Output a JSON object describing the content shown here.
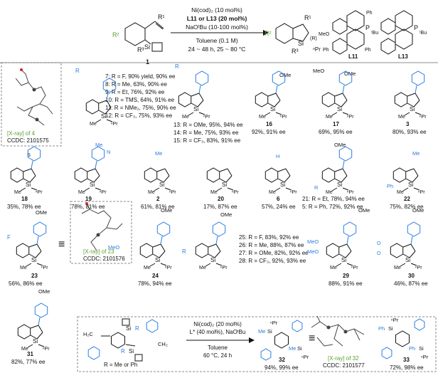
{
  "colors": {
    "bond": "#111111",
    "blue": "#2a7de1",
    "green": "#5aa02c",
    "red": "#d62828",
    "frame": "#666666",
    "crystal": "#444444"
  },
  "scheme": {
    "substrate": {
      "r1": "R¹",
      "r2": "R²",
      "r3": "R³",
      "si": "Si",
      "number": "1"
    },
    "product": {
      "r1": "R¹",
      "r2": "R²",
      "r3": "R³",
      "si": "Si",
      "chir": "(R)",
      "pr": "ⁿPr"
    },
    "conditions": [
      "Ni(cod)₂ (10 mol%)",
      "L11 or L13 (20 mol%)",
      "NaOᵗBu (10-100 mol%)",
      "Toluene (0.1 M)",
      "24 ~ 48 h, 25 ~ 80 °C"
    ],
    "ligands": [
      {
        "label": "L11",
        "p": "P",
        "tbu": "ᵗBu",
        "ome": "MeO",
        "ph1": "Ph",
        "ph2": "Ph",
        "ph3": "Ph"
      },
      {
        "label": "L13",
        "p": "P",
        "tbu": "ᵗBu"
      }
    ]
  },
  "entries": {
    "xray4": {
      "label": "[X-ray] of 4",
      "ccdc": "CCDC: 2101575"
    },
    "r_series": {
      "r": "R",
      "lines": [
        "7: R = F, 90% yield, 90% ee",
        "8: R = Me, 63%, 90% ee",
        "9: R = Et, 76%, 92% ee",
        "10: R = TMS, 64%, 91% ee",
        "11: R = NMe₂, 75%, 90% ee",
        "12: R = CF₃, 75%, 93% ee"
      ]
    },
    "r_series2": {
      "r": "R",
      "lines": [
        "13: R = OMe, 95%, 94% ee",
        "14: R = Me, 75%, 93% ee",
        "15: R = CF₃, 83%, 91% ee"
      ]
    },
    "c16": {
      "num": "16",
      "res": "92%, 91% ee",
      "sub": "OMe"
    },
    "c17": {
      "num": "17",
      "res": "69%, 95% ee",
      "sub1": "MeO",
      "sub2": "OMe"
    },
    "c3": {
      "num": "3",
      "res": "80%, 93% ee"
    },
    "c18": {
      "num": "18",
      "res": "35%, 78% ee",
      "sub": "S"
    },
    "c19": {
      "num": "19",
      "res": "78%, 81% ee",
      "sub1": "Me",
      "sub2": "N"
    },
    "c2": {
      "num": "2",
      "res": "61%, 81% ee",
      "sub": "Me"
    },
    "c20": {
      "num": "20",
      "res": "17%, 87% ee"
    },
    "c6": {
      "num": "6",
      "res": "57%, 24% ee",
      "sub": "H"
    },
    "c21": {
      "r": "R",
      "sub": "OMe",
      "lines": [
        "21: R = Et, 78%, 94% ee",
        "5: R = Ph, 72%, 92% ee"
      ]
    },
    "c22": {
      "num": "22",
      "res": "75%, 82% ee",
      "sub": "Me",
      "ph": "Ph"
    },
    "c23": {
      "num": "23",
      "res": "56%, 86% ee",
      "sub": "OMe",
      "f": "F"
    },
    "xray23": {
      "label": "[X-ray] of 23",
      "ccdc": "CCDC: 2101576"
    },
    "c24": {
      "num": "24",
      "res": "78%, 94% ee",
      "sub1": "OMe",
      "sub2": "MeO"
    },
    "r_series3": {
      "r": "R",
      "sub": "OMe",
      "lines": [
        "25: R = F, 83%, 92% ee",
        "26: R = Me, 88%, 87% ee",
        "27: R = OMe, 82%, 92% ee",
        "28: R = CF₃, 92%, 93% ee"
      ]
    },
    "c29": {
      "num": "29",
      "res": "88%, 91% ee",
      "sub1": "OMe",
      "sub2": "MeO",
      "sub3": "MeO"
    },
    "c30": {
      "num": "30",
      "res": "46%, 87% ee",
      "sub": "OMe",
      "o1": "O",
      "o2": "O"
    },
    "c31": {
      "num": "31",
      "res": "82%, 77% ee",
      "sub": "OMe"
    }
  },
  "bottom": {
    "substrate": {
      "r1": "R",
      "r2": "R",
      "si1": "Si",
      "si2": "Si",
      "h2c": "H₂C",
      "ch2": "CH₂"
    },
    "r_def": "R = Me or Ph",
    "conditions": [
      "Ni(cod)₂ (20 mol%)",
      "L* (40 mol%), NaOᵗBu",
      "Toluene",
      "60 °C, 24 h"
    ],
    "c32": {
      "num": "32",
      "res": "94%, 99% ee",
      "me1": "Me",
      "me2": "Me",
      "pr1": "ⁿPr",
      "pr2": "ⁿPr",
      "si1": "Si",
      "si2": "Si"
    },
    "xray32": {
      "label": "[X-ray] of 32",
      "ccdc": "CCDC: 2101577"
    },
    "c33": {
      "num": "33",
      "res": "72%, 98% ee",
      "ph1": "Ph",
      "ph2": "Ph",
      "pr1": "ⁿPr",
      "pr2": "ⁿPr",
      "si1": "Si",
      "si2": "Si"
    }
  },
  "common": {
    "si": "Si",
    "me": "Me",
    "pr": "ⁿPr",
    "eq": "≡"
  }
}
